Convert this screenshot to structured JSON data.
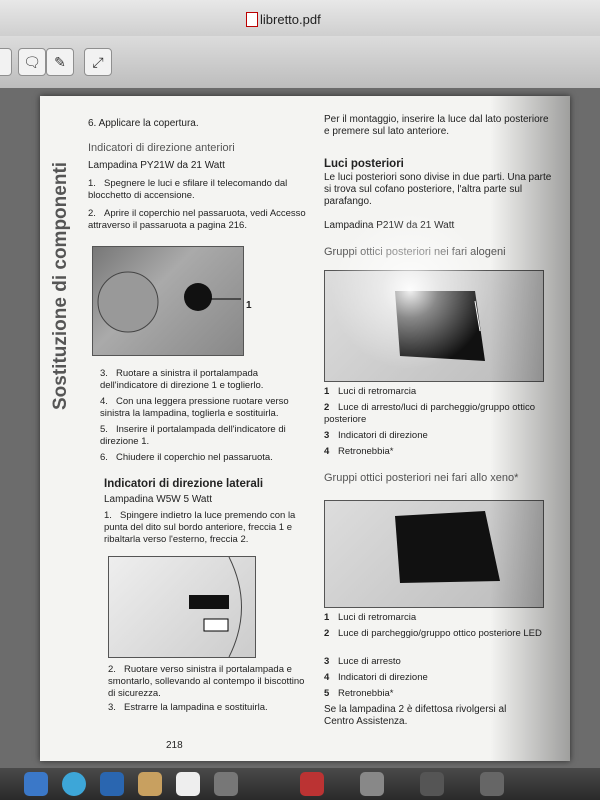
{
  "window": {
    "title": "libretto.pdf"
  },
  "toolbar": {
    "icons": [
      "speech-bubble-icon",
      "edit-icon",
      "fullscreen-icon"
    ]
  },
  "page": {
    "side_title": "Sostituzione di componenti",
    "left": {
      "step6_top": "6.  Applicare la copertura.",
      "h1": "Indicatori di direzione anteriori",
      "bulb1": "Lampadina PY21W da 21 Watt",
      "steps_a": [
        {
          "n": "1.",
          "t": "Spegnere le luci e sfilare il telecomando dal blocchetto di accensione."
        },
        {
          "n": "2.",
          "t": "Aprire il coperchio nel passaruota, vedi Accesso attraverso il passaruota a pagina 216."
        }
      ],
      "steps_b": [
        {
          "n": "3.",
          "t": "Ruotare a sinistra il portalampada dell'indicatore di direzione 1 e toglierlo."
        },
        {
          "n": "4.",
          "t": "Con una leggera pressione ruotare verso sinistra la lampadina, toglierla e sostituirla."
        },
        {
          "n": "5.",
          "t": "Inserire il portalampada dell'indicatore di direzione 1."
        },
        {
          "n": "6.",
          "t": "Chiudere il coperchio nel passaruota."
        }
      ],
      "h2": "Indicatori di direzione laterali",
      "bulb2": "Lampadina W5W 5 Watt",
      "steps_c": [
        {
          "n": "1.",
          "t": "Spingere indietro la luce premendo con la punta del dito sul bordo anteriore, freccia 1 e ribaltarla verso l'esterno, freccia 2."
        }
      ],
      "steps_d": [
        {
          "n": "2.",
          "t": "Ruotare verso sinistra il portalampada e smontarlo, sollevando al contempo il biscottino di sicurezza."
        },
        {
          "n": "3.",
          "t": "Estrarre la lampadina e sostituirla."
        }
      ],
      "page_number": "218"
    },
    "right": {
      "intro": "Per il montaggio, inserire la luce dal lato posteriore e premere sul lato anteriore.",
      "h1": "Luci posteriori",
      "p1": "Le luci posteriori sono divise in due parti. Una parte si trova sul cofano posteriore, l'altra parte sul parafango.",
      "bulb": "Lampadina P21W da 21 Watt",
      "h2": "Gruppi ottici posteriori nei fari alogeni",
      "legend1": [
        {
          "n": "1",
          "t": "Luci di retromarcia"
        },
        {
          "n": "2",
          "t": "Luce di arresto/luci di parcheggio/gruppo ottico posteriore"
        },
        {
          "n": "3",
          "t": "Indicatori di direzione"
        },
        {
          "n": "4",
          "t": "Retronebbia*"
        }
      ],
      "h3": "Gruppi ottici posteriori nei fari allo xeno*",
      "legend2": [
        {
          "n": "1",
          "t": "Luci di retromarcia"
        },
        {
          "n": "2",
          "t": "Luce di parcheggio/gruppo ottico posteriore LED"
        },
        {
          "n": "3",
          "t": "Luce di arresto"
        },
        {
          "n": "4",
          "t": "Indicatori di direzione"
        },
        {
          "n": "5",
          "t": "Retronebbia*"
        }
      ],
      "note": "Se la lampadina 2 è difettosa rivolgersi al Centro Assistenza."
    }
  }
}
